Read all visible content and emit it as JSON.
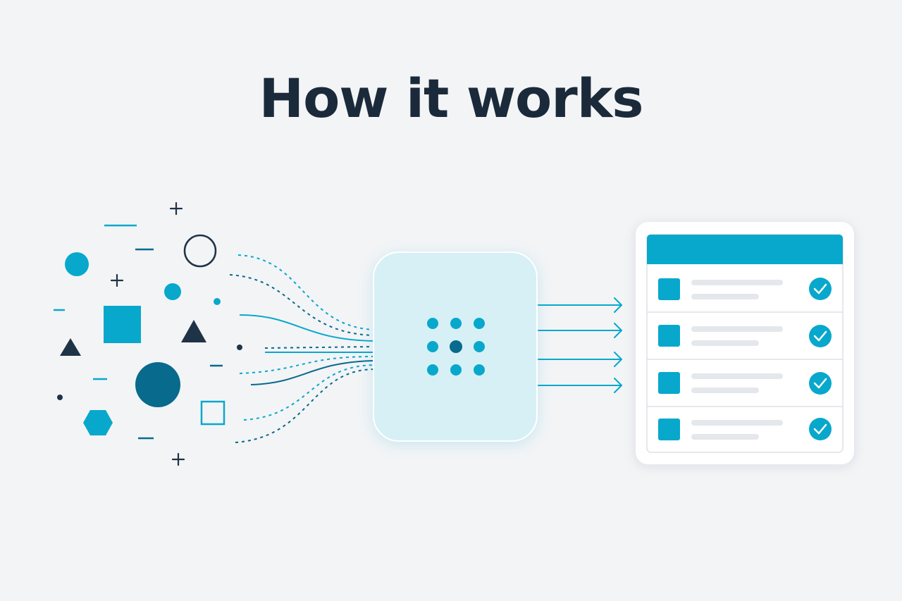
{
  "header": {
    "title": "How it works"
  },
  "colors": {
    "background": "#f3f4f6",
    "title": "#1b2a3a",
    "accent": "#08a8cc",
    "accent_dark": "#086a8c",
    "navy": "#1f3347",
    "processor_fill": "#d6f0f6",
    "card_fill": "#ffffff",
    "placeholder_line": "#e4e7eb",
    "row_border": "#dde1e6"
  },
  "diagram": {
    "input_icons": [
      "circle-icon",
      "square-icon",
      "triangle-icon",
      "hexagon-icon",
      "plus-icon",
      "dash-icon",
      "dot-icon"
    ],
    "processor_icon": "dot-grid-icon",
    "output_arrow_count": 4,
    "output_list": {
      "row_count": 4,
      "row_icon": "checkmark-circle-icon"
    }
  }
}
